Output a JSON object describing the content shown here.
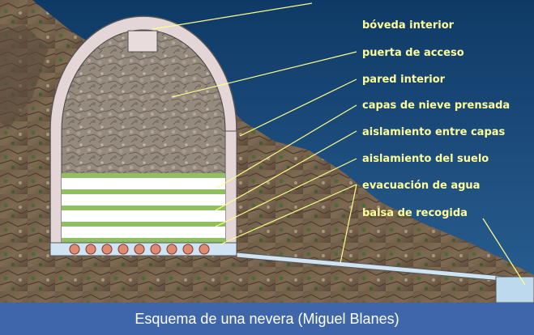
{
  "labels": [
    {
      "id": "boveda",
      "text": "bóveda interior"
    },
    {
      "id": "puerta",
      "text": "puerta de acceso"
    },
    {
      "id": "pared",
      "text": "pared interior"
    },
    {
      "id": "capas",
      "text": "capas de nieve prensada"
    },
    {
      "id": "aislamiento-capas",
      "text": "aislamiento entre capas"
    },
    {
      "id": "aislamiento-suelo",
      "text": "aislamiento del suelo"
    },
    {
      "id": "evacuacion",
      "text": "evacuación de agua"
    },
    {
      "id": "balsa",
      "text": "balsa de recogida"
    }
  ],
  "caption": "Esquema de una nevera (Miguel Blanes)",
  "colors": {
    "label": "#ffff99",
    "leader_line": "#ffff88",
    "sky": "#1e4e80",
    "vault_outer": "#e4d6d6",
    "stone": "#9a8d80",
    "snow": "#ffffff",
    "insulation": "#8fbf62",
    "drain_ball": "#e08a72",
    "water": "#bcd9ee",
    "caption_bar": "#3f66a8",
    "caption_text": "#ffffff"
  }
}
